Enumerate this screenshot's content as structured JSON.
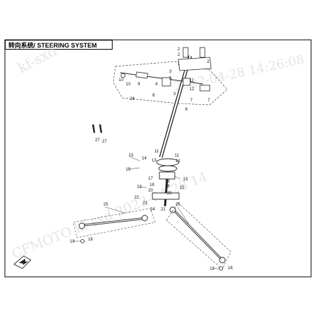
{
  "header": {
    "title": "转向系统/ STEERING SYSTEM"
  },
  "watermarks": [
    "kf-sxd",
    "2022-04-28 14:26:08",
    "CFMOTO  kf-sxd  2022-04-28  14"
  ],
  "callouts": [
    {
      "id": "c1",
      "text": "1"
    },
    {
      "id": "c2",
      "text": "2"
    },
    {
      "id": "c3",
      "text": "2"
    },
    {
      "id": "c4",
      "text": "2"
    },
    {
      "id": "c5",
      "text": "3"
    },
    {
      "id": "c6",
      "text": "4"
    },
    {
      "id": "c7",
      "text": "5"
    },
    {
      "id": "c8",
      "text": "3"
    },
    {
      "id": "c9",
      "text": "6"
    },
    {
      "id": "c10",
      "text": "7"
    },
    {
      "id": "c11",
      "text": "7"
    },
    {
      "id": "c12",
      "text": "8"
    },
    {
      "id": "c13",
      "text": "9"
    },
    {
      "id": "c14",
      "text": "10"
    },
    {
      "id": "c15",
      "text": "10"
    },
    {
      "id": "c16",
      "text": "11"
    },
    {
      "id": "c17",
      "text": "12"
    },
    {
      "id": "c18",
      "text": "26"
    },
    {
      "id": "c19",
      "text": "27"
    },
    {
      "id": "c20",
      "text": "27"
    },
    {
      "id": "c21",
      "text": "11"
    },
    {
      "id": "c22",
      "text": "11"
    },
    {
      "id": "c23",
      "text": "12"
    },
    {
      "id": "c24",
      "text": "13"
    },
    {
      "id": "c25",
      "text": "14"
    },
    {
      "id": "c26",
      "text": "15"
    },
    {
      "id": "c27",
      "text": "15"
    },
    {
      "id": "c28",
      "text": "15"
    },
    {
      "id": "c29",
      "text": "15"
    },
    {
      "id": "c30",
      "text": "16"
    },
    {
      "id": "c31",
      "text": "17"
    },
    {
      "id": "c32",
      "text": "18"
    },
    {
      "id": "c33",
      "text": "18"
    },
    {
      "id": "c34",
      "text": "19"
    },
    {
      "id": "c35",
      "text": "20"
    },
    {
      "id": "c36",
      "text": "20"
    },
    {
      "id": "c37",
      "text": "21"
    },
    {
      "id": "c38",
      "text": "22"
    },
    {
      "id": "c39",
      "text": "23"
    },
    {
      "id": "c40",
      "text": "24"
    },
    {
      "id": "c41",
      "text": "25"
    },
    {
      "id": "c42",
      "text": "25"
    },
    {
      "id": "c43",
      "text": "19"
    },
    {
      "id": "c44",
      "text": "18"
    },
    {
      "id": "c45",
      "text": "19"
    },
    {
      "id": "c46",
      "text": "18"
    }
  ],
  "colors": {
    "line": "#222222",
    "border": "#000000",
    "watermark": "#cccccc"
  },
  "icons": {
    "corner_arrow": "arrow-box-icon"
  }
}
